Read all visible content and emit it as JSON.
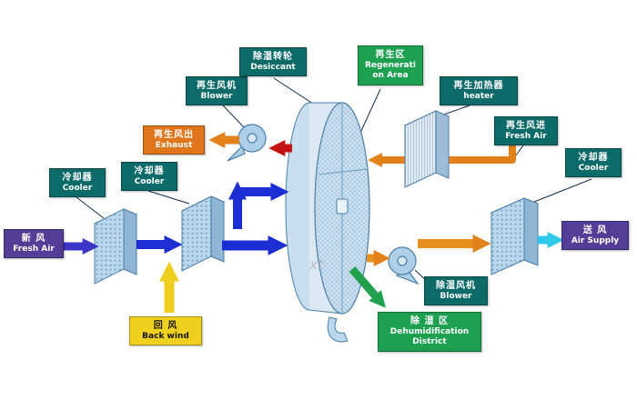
{
  "title": "Rotary desiccant dehumidification system diagram",
  "watermark": "xt",
  "labels": {
    "fresh_air_in": {
      "zh": "新 风",
      "en": "Fresh Air"
    },
    "cooler1": {
      "zh": "冷却器",
      "en": "Cooler"
    },
    "cooler2": {
      "zh": "冷却器",
      "en": "Cooler"
    },
    "regen_blower": {
      "zh": "再生风机",
      "en": "Blower"
    },
    "desiccant_wheel": {
      "zh": "除湿转轮",
      "en": "Desiccant"
    },
    "regen_area": {
      "zh": "再生区",
      "en": "Regeneration Area"
    },
    "regen_heater": {
      "zh": "再生加热器",
      "en": "heater"
    },
    "exhaust": {
      "zh": "再生风出",
      "en": "Exhaust"
    },
    "regen_fresh_air": {
      "zh": "再生风进",
      "en": "Fresh Air"
    },
    "cooler3": {
      "zh": "冷却器",
      "en": "Cooler"
    },
    "air_supply": {
      "zh": "送 风",
      "en": "Air Supply"
    },
    "dehum_blower": {
      "zh": "除湿风机",
      "en": "Blower"
    },
    "back_wind": {
      "zh": "回 风",
      "en": "Back wind"
    },
    "dehum_district": {
      "zh": "除 湿 区",
      "en": "Dehumidification District"
    }
  },
  "colors": {
    "label_teal": "#0c6a69",
    "label_purple": "#533d96",
    "label_orange": "#e0761c",
    "label_yellow": "#f0d01e",
    "label_green": "#1da150",
    "arrow_blue": "#1b2ed2",
    "arrow_red": "#c41313",
    "arrow_orange": "#e2811a",
    "arrow_cyan": "#2fc9ea",
    "arrow_yellow": "#eecf1e",
    "arrow_green": "#21a04d",
    "equipment_fill": "#bcd8ec",
    "equipment_stroke": "#4a7fa8"
  }
}
